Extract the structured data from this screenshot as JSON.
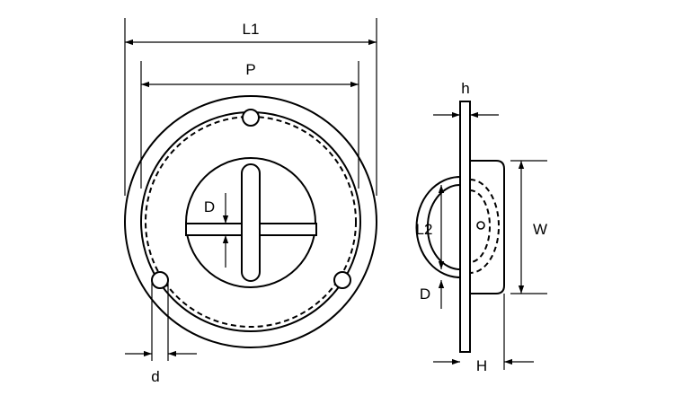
{
  "labels": {
    "l1": "L1",
    "p": "P",
    "d_hole": "d",
    "d_bar_front": "D",
    "h": "h",
    "l2": "L2",
    "w": "W",
    "d_bar_side": "D",
    "h_height": "H"
  },
  "colors": {
    "stroke": "#000000",
    "background": "#ffffff"
  }
}
